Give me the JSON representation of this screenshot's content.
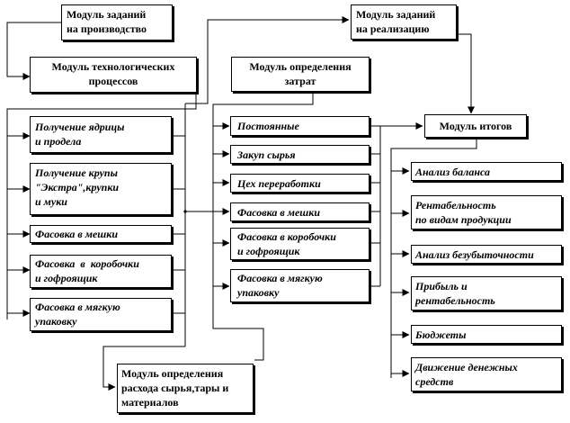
{
  "modules": {
    "production_tasks": "Модуль заданий\nна производство",
    "sales_tasks": "Модуль заданий\nна реализацию",
    "tech_processes": "Модуль технологических\nпроцессов",
    "cost_definition": "Модуль определения\nзатрат",
    "results": "Модуль итогов",
    "consumption": "Модуль определения\nрасхода сырья,тары и\nматериалов"
  },
  "tech_items": [
    "Получение ядрицы\nи продела",
    "Получение крупы\n\"Экстра\",крупки\nи муки",
    "Фасовка в мешки",
    "Фасовка  в  коробочки\nи гофроящик",
    "Фасовка в мягкую\nупаковку"
  ],
  "cost_items": [
    "Постоянные",
    "Закуп сырья",
    "Цех переработки",
    "Фасовка в мешки",
    "Фасовка в коробочки\nи гофроящик",
    "Фасовка в мягкую\nупаковку"
  ],
  "result_items": [
    "Анализ баланса",
    "Рентабельность\nпо видам продукции",
    "Анализ безубыточности",
    "Прибыль и\nрентабельность",
    "Бюджеты",
    "Движение денежных\nсредств"
  ]
}
